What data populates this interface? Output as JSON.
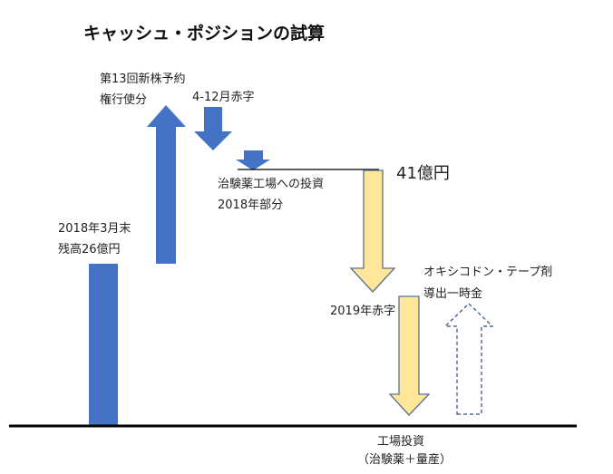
{
  "title": "キャッシュ・ポジションの試算",
  "colors": {
    "blue": "#4472C4",
    "yellow": "#FFE699",
    "yellow_stroke": "#5B6F91",
    "dashed": "#2F4B7C",
    "baseline": "#000000"
  },
  "labels": {
    "start_1": "2018年3月末",
    "start_2": "残高26億円",
    "warrant_1": "第13回新株予約",
    "warrant_2": "権行使分",
    "deficit_2018": "4-12月赤字",
    "plant_1": "治験薬工場への投資",
    "plant_2": "2018年部分",
    "balance": "41億円",
    "deficit_2019": "2019年赤字",
    "factory_1": "工場投資",
    "factory_2": "（治験薬＋量産）",
    "license_1": "オキシコドン・テープ剤",
    "license_2": "導出一時金"
  }
}
